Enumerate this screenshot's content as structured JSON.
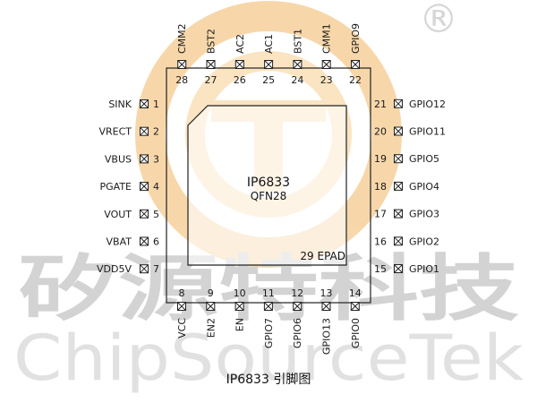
{
  "chip": {
    "name": "IP6833",
    "package": "QFN28",
    "epad": "29 EPAD"
  },
  "caption": "IP6833 引脚图",
  "watermark": {
    "brand_cn": "矽源特科技",
    "brand_en": "ChipSourceTek",
    "registered": "®"
  },
  "pins": {
    "left": [
      {
        "num": "1",
        "name": "SINK"
      },
      {
        "num": "2",
        "name": "VRECT"
      },
      {
        "num": "3",
        "name": "VBUS"
      },
      {
        "num": "4",
        "name": "PGATE"
      },
      {
        "num": "5",
        "name": "VOUT"
      },
      {
        "num": "6",
        "name": "VBAT"
      },
      {
        "num": "7",
        "name": "VDD5V"
      }
    ],
    "bottom": [
      {
        "num": "8",
        "name": "VCC"
      },
      {
        "num": "9",
        "name": "EN2"
      },
      {
        "num": "10",
        "name": "EN"
      },
      {
        "num": "11",
        "name": "GPIO7"
      },
      {
        "num": "12",
        "name": "GPIO6"
      },
      {
        "num": "13",
        "name": "GPIO13"
      },
      {
        "num": "14",
        "name": "GPIO0"
      }
    ],
    "right": [
      {
        "num": "15",
        "name": "GPIO1"
      },
      {
        "num": "16",
        "name": "GPIO2"
      },
      {
        "num": "17",
        "name": "GPIO3"
      },
      {
        "num": "18",
        "name": "GPIO4"
      },
      {
        "num": "19",
        "name": "GPIO5"
      },
      {
        "num": "20",
        "name": "GPIO11"
      },
      {
        "num": "21",
        "name": "GPIO12"
      }
    ],
    "top": [
      {
        "num": "22",
        "name": "GPIO9"
      },
      {
        "num": "23",
        "name": "CMM1"
      },
      {
        "num": "24",
        "name": "BST1"
      },
      {
        "num": "25",
        "name": "AC1"
      },
      {
        "num": "26",
        "name": "AC2"
      },
      {
        "num": "27",
        "name": "BST2"
      },
      {
        "num": "28",
        "name": "CMM2"
      }
    ]
  },
  "colors": {
    "logo_orange": "#f2b866",
    "logo_inner": "#f7cf8f",
    "outline": "#222222",
    "watermark_gray": "#d3d3d3"
  }
}
